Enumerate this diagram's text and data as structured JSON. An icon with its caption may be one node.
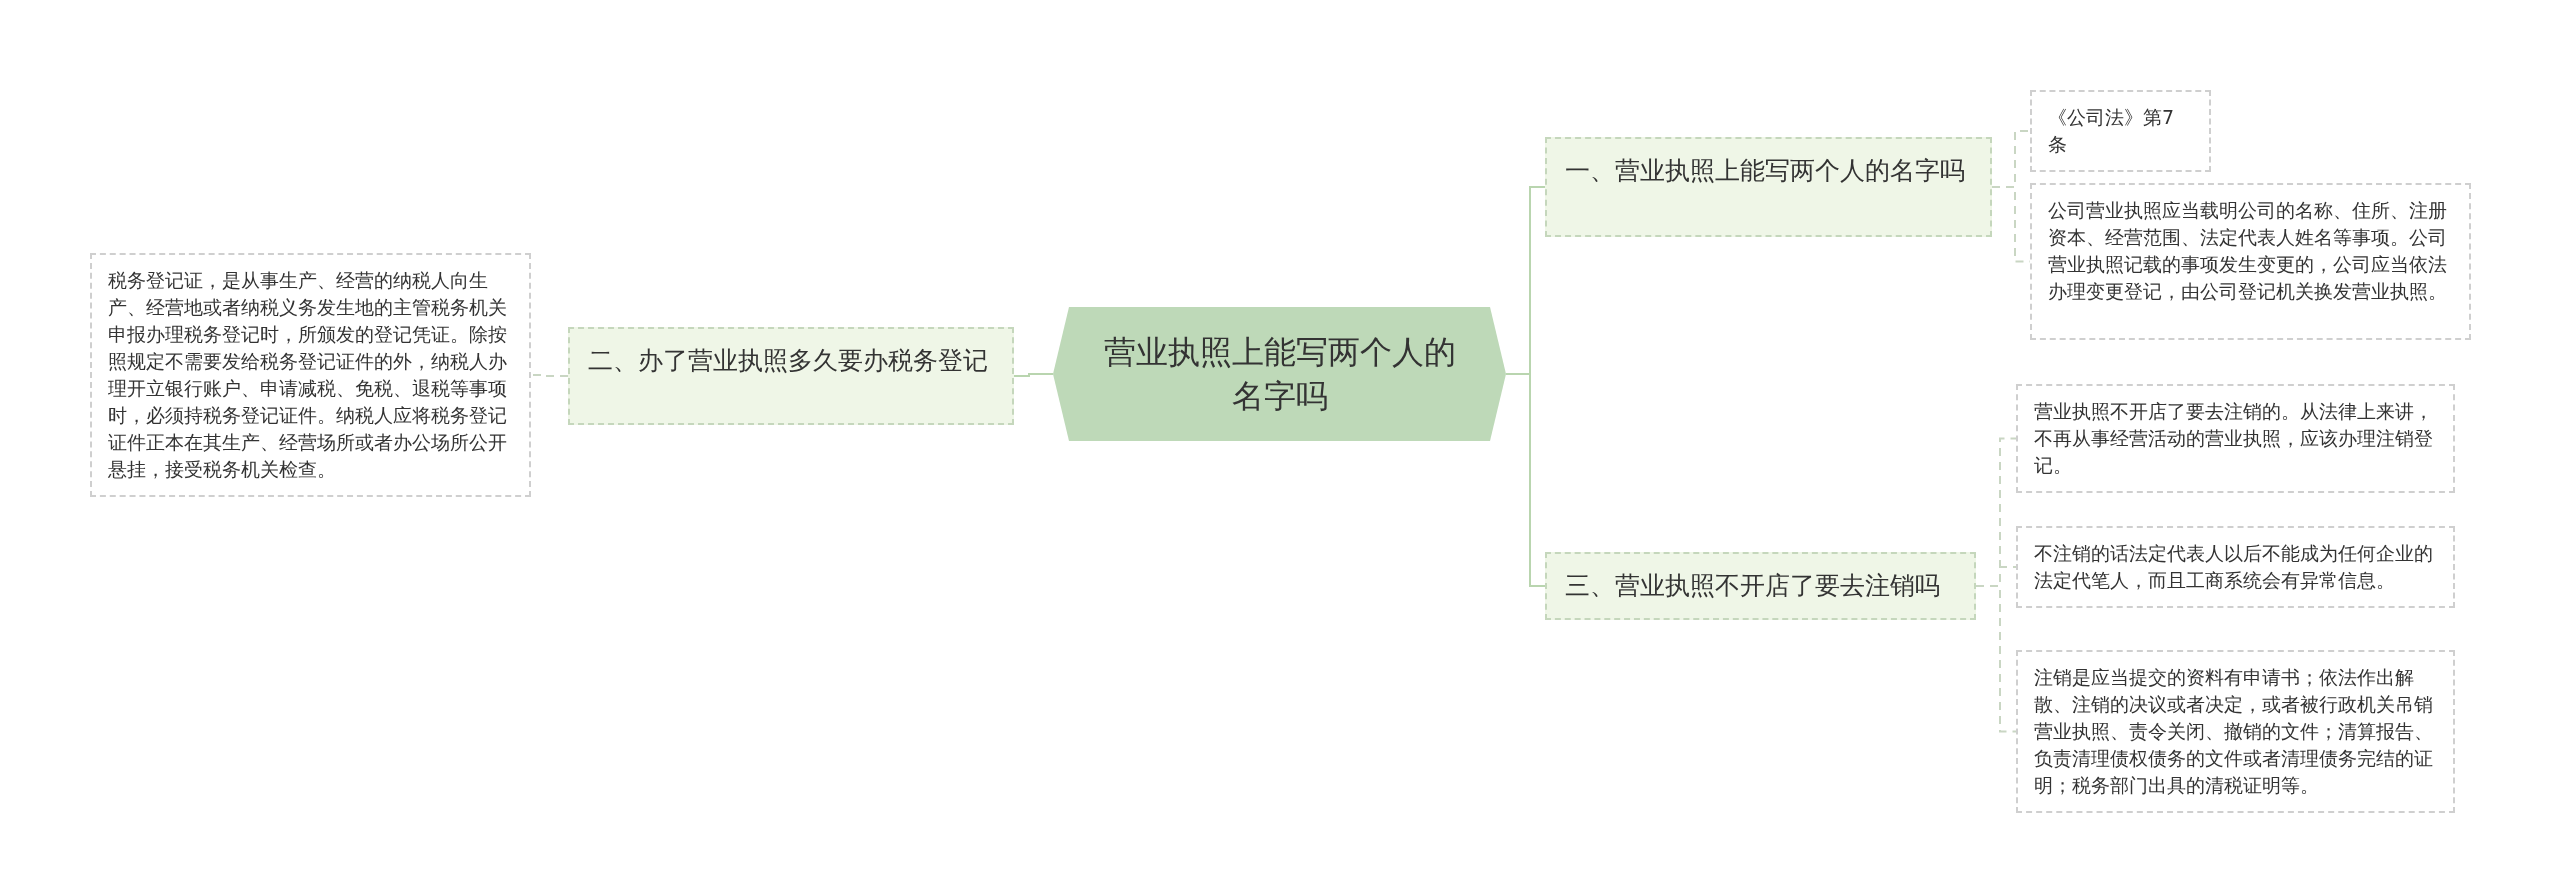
{
  "diagram": {
    "nodes": [
      {
        "text": [
          "营业执照上能写两个人的名字吗"
        ]
      },
      {
        "text": [
          "一、营业执照上能写两个人的名字吗"
        ]
      },
      {
        "text": [
          "《公司法》第7条"
        ]
      },
      {
        "text": [
          "公司营业执照应当载明公司的名称、住所、注册资本、经营范围、法定代表人姓名等事项。公司营业执照记载的事项发生变更的，公司应当依法办理变更登记，由公司登记机关换发营业执照。"
        ]
      },
      {
        "text": [
          "三、营业执照不开店了要去注销吗"
        ]
      },
      {
        "text": [
          "营业执照不开店了要去注销的。从法律上来讲，不再从事经营活动的营业执照，应该办理注销登记。"
        ]
      },
      {
        "text": [
          "不注销的话法定代表人以后不能成为任何企业的法定代笔人，而且工商系统会有异常信息。"
        ]
      },
      {
        "text": [
          "注销是应当提交的资料有申请书；依法作出解散、注销的决议或者决定，或者被行政机关吊销营业执照、责令关闭、撤销的文件；清算报告、负责清理债权债务的文件或者清理债务完结的证明；税务部门出具的清税证明等。"
        ]
      },
      {
        "text": [
          "二、办了营业执照多久要办税务登记"
        ]
      },
      {
        "text": [
          "税务登记证，是从事生产、经营的纳税人向生产、经营地或者纳税义务发生地的主管税务机关申报办理税务登记时，所颁发的登记凭证。除按照规定不需要发给税务登记证件的外，纳税人办理开立银行账户、申请减税、免税、退税等事项时，必须持税务登记证件。纳税人应将税务登记证件正本在其生产、经营场所或者办公场所公开悬挂，接受税务机关检查。"
        ]
      }
    ],
    "edges": [
      {
        "from": 0,
        "to": 1,
        "arrow": "none"
      },
      {
        "from": 1,
        "to": 2,
        "arrow": "none",
        "style": "dashed"
      },
      {
        "from": 1,
        "to": 3,
        "arrow": "none",
        "style": "dashed"
      },
      {
        "from": 0,
        "to": 4,
        "arrow": "none"
      },
      {
        "from": 4,
        "to": 5,
        "arrow": "none",
        "style": "dashed"
      },
      {
        "from": 4,
        "to": 6,
        "arrow": "none",
        "style": "dashed"
      },
      {
        "from": 4,
        "to": 7,
        "arrow": "none",
        "style": "dashed"
      },
      {
        "from": 0,
        "to": 8,
        "arrow": "none"
      },
      {
        "from": 8,
        "to": 9,
        "arrow": "none",
        "style": "dashed"
      }
    ]
  }
}
